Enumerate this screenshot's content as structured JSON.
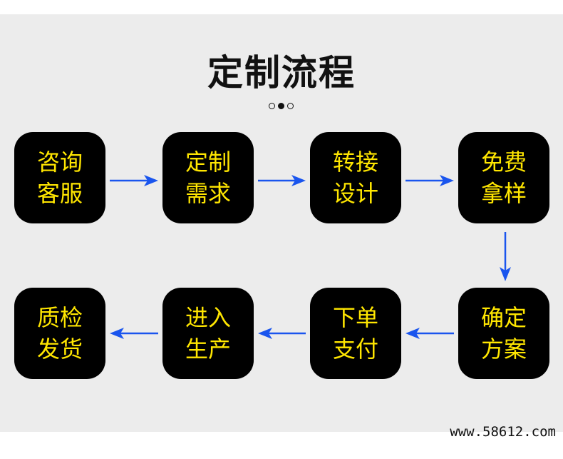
{
  "title": "定制流程",
  "accent": "#1a55ee",
  "steps": [
    {
      "l1": "咨询",
      "l2": "客服"
    },
    {
      "l1": "定制",
      "l2": "需求"
    },
    {
      "l1": "转接",
      "l2": "设计"
    },
    {
      "l1": "免费",
      "l2": "拿样"
    },
    {
      "l1": "确定",
      "l2": "方案"
    },
    {
      "l1": "下单",
      "l2": "支付"
    },
    {
      "l1": "进入",
      "l2": "生产"
    },
    {
      "l1": "质检",
      "l2": "发货"
    }
  ],
  "watermark": "www.58612.com"
}
